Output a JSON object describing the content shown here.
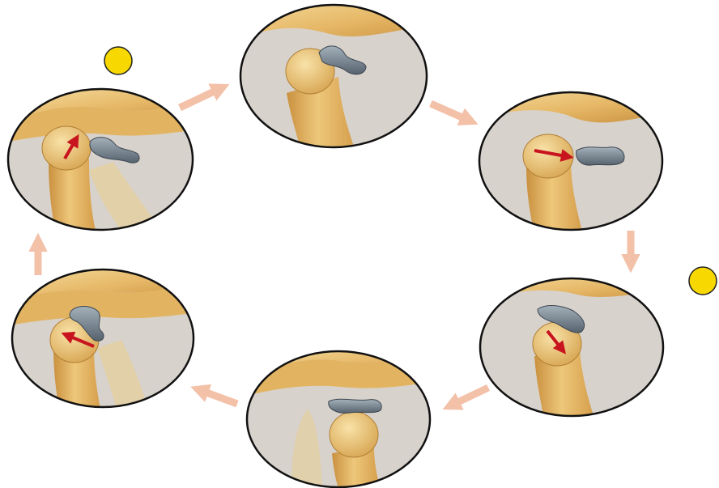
{
  "diagram": {
    "type": "cycle",
    "stage_count": 6,
    "markers": 2
  },
  "colors": {
    "background": "#ffffff",
    "bone": "#e6b867",
    "bone_shadow": "#c9913f",
    "bone_highlight": "#f6dda0",
    "disc": "#7e8d99",
    "disc_dark": "#56636e",
    "tissue": "#d8d2cc",
    "circle_outline": "#111111",
    "flow_arrow": "#f3c0a8",
    "motion_arrow": "#c8141e",
    "marker": "#f7d800"
  }
}
